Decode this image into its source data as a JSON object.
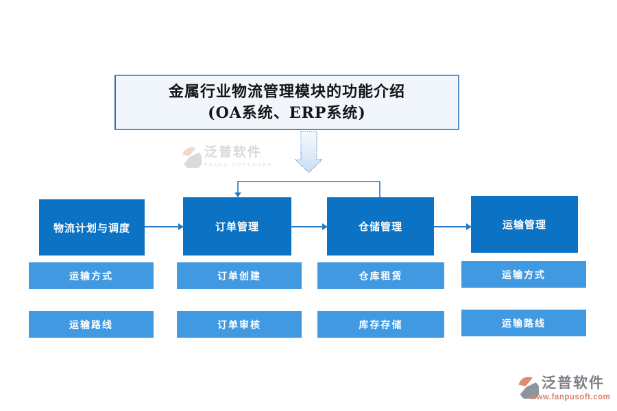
{
  "title": {
    "line1": "金属行业物流管理模块的功能介绍",
    "line2": "(OA系统、ERP系统)"
  },
  "brand": {
    "name": "泛普软件",
    "subtitle": "FANPU SOFTWARE",
    "url": "www.fanpusoft.com"
  },
  "flow": {
    "stages": [
      {
        "label": "物流计划与调度",
        "items": [
          "运输方式",
          "运输路线"
        ]
      },
      {
        "label": "订单管理",
        "items": [
          "订单创建",
          "订单审核"
        ]
      },
      {
        "label": "仓储管理",
        "items": [
          "仓库租赁",
          "库存存储"
        ]
      },
      {
        "label": "运输管理",
        "items": [
          "运输方式",
          "运输路线"
        ]
      }
    ]
  },
  "icons": {
    "big_down_arrow": "down-arrow-icon",
    "brand_mark": "fanpu-logo-icon"
  },
  "colors": {
    "stage_box": "#0b72c4",
    "item_box": "#4199e2",
    "connector": "#2577c8",
    "title_bg": "#f0f6fb",
    "title_border": "#4e8fd2",
    "arrow_fill_top": "#f7fbfe",
    "arrow_fill_bottom": "#c9def2",
    "brand_accent": "#d8826b",
    "brand_gray": "#8d939d"
  }
}
